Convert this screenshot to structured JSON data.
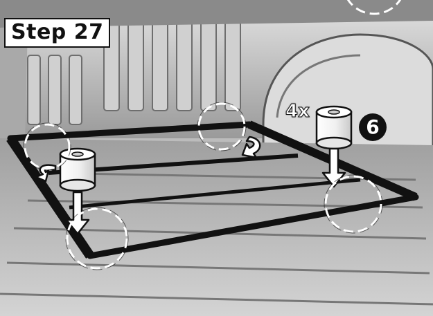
{
  "step": {
    "label": "Step 27"
  },
  "callout": {
    "quantity": "4x",
    "part_number": "6"
  },
  "icons": [
    "roller-part-icon",
    "down-arrow-icon",
    "curved-arrow-icon",
    "detail-circle-icon"
  ],
  "colors": {
    "label_bg": "#ffffff",
    "ink": "#111111",
    "badge": "#111111",
    "badge_text": "#ffffff",
    "metal": "#b9b9b9"
  }
}
